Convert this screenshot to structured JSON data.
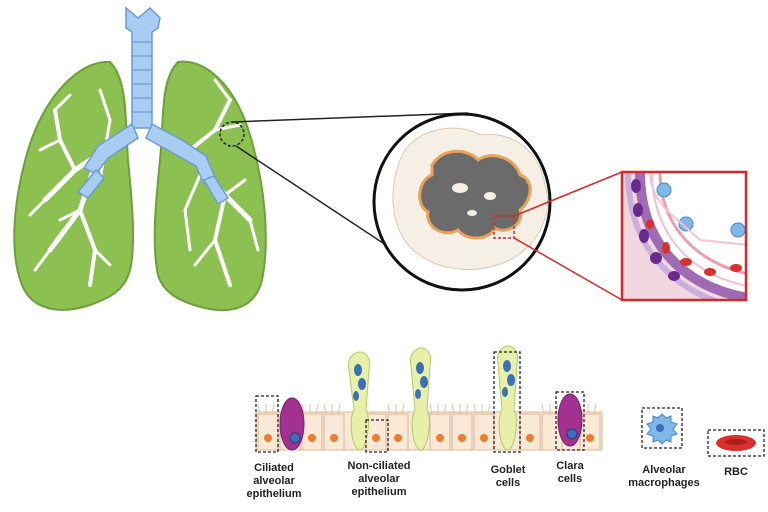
{
  "labels": {
    "ciliated": [
      "Ciliated",
      "alveolar",
      "epithelium"
    ],
    "non_ciliated": [
      "Non-ciliated",
      "alveolar",
      "epithelium"
    ],
    "goblet": [
      "Goblet",
      "cells"
    ],
    "clara": [
      "Clara",
      "cells"
    ],
    "macrophages": [
      "Alveolar",
      "macrophages"
    ],
    "rbc": [
      "RBC"
    ]
  },
  "colors": {
    "lung": "#8cc152",
    "lung_outline": "#6f9e3d",
    "trachea": "#a9cdf2",
    "trachea_outline": "#6b9bd6",
    "branches": "#ffffff",
    "alveolus_fill": "#6b6b6b",
    "alveolus_ring": "#e8a25a",
    "tissue": "#f6efe6",
    "zoom_box": "#d62828",
    "goblet_cell": "#e6f0a8",
    "mucus": "#3d6fb8",
    "clara_cell": "#a3318f",
    "epithelial_cell": "#fbe9d7",
    "nucleus": "#f07c2a",
    "macrophage": "#7fb7e8",
    "rbc": "#d8302a"
  }
}
